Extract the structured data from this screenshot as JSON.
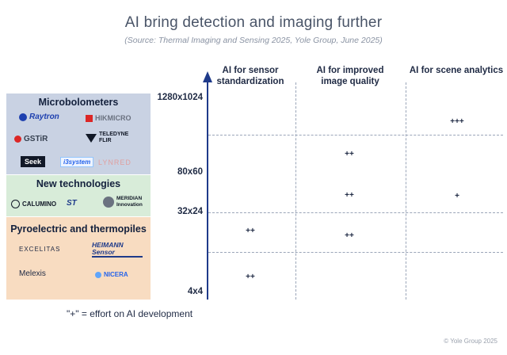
{
  "title": "AI bring detection and imaging further",
  "subtitle": "(Source: Thermal Imaging and Sensing 2025, Yole Group, June 2025)",
  "groups": {
    "microbolometers": {
      "label": "Microbolometers",
      "logos": [
        "Raytron",
        "HIKMICRO",
        "GSTiR",
        "TELEDYNE FLIR",
        "Seek",
        "i3system",
        "LYNRED"
      ]
    },
    "new_technologies": {
      "label": "New technologies",
      "logos": [
        "CALUMINO",
        "ST",
        "MERIDIAN Innovation"
      ]
    },
    "pyro": {
      "label": "Pyroelectric and thermopiles",
      "logos": [
        "EXCELITAS",
        "HEIMANN Sensor",
        "Melexis",
        "NICERA"
      ]
    }
  },
  "axis": {
    "ticks": [
      "1280x1024",
      "80x60",
      "32x24",
      "4x4"
    ]
  },
  "columns": [
    "AI for sensor standardization",
    "AI for improved image quality",
    "AI for scene analytics"
  ],
  "cells": [
    {
      "column": "AI for scene analytics",
      "resolution": "1280x1024",
      "value": "+++"
    },
    {
      "column": "AI for improved image quality",
      "resolution": "1280x1024",
      "value": "++"
    },
    {
      "column": "AI for improved image quality",
      "resolution": "80x60",
      "value": "++"
    },
    {
      "column": "AI for scene analytics",
      "resolution": "80x60",
      "value": "+"
    },
    {
      "column": "AI for sensor standardization",
      "resolution": "32x24",
      "value": "++"
    },
    {
      "column": "AI for improved image quality",
      "resolution": "32x24",
      "value": "++"
    },
    {
      "column": "AI for sensor standardization",
      "resolution": "4x4",
      "value": "++"
    }
  ],
  "note": "\"+\" = effort on AI development",
  "copyright": "© Yole Group 2025",
  "colors": {
    "axis": "#1f3a8a",
    "microbolometers_bg": "#c9d2e3",
    "new_technologies_bg": "#d8ecd9",
    "pyro_bg": "#f8dcc1"
  }
}
